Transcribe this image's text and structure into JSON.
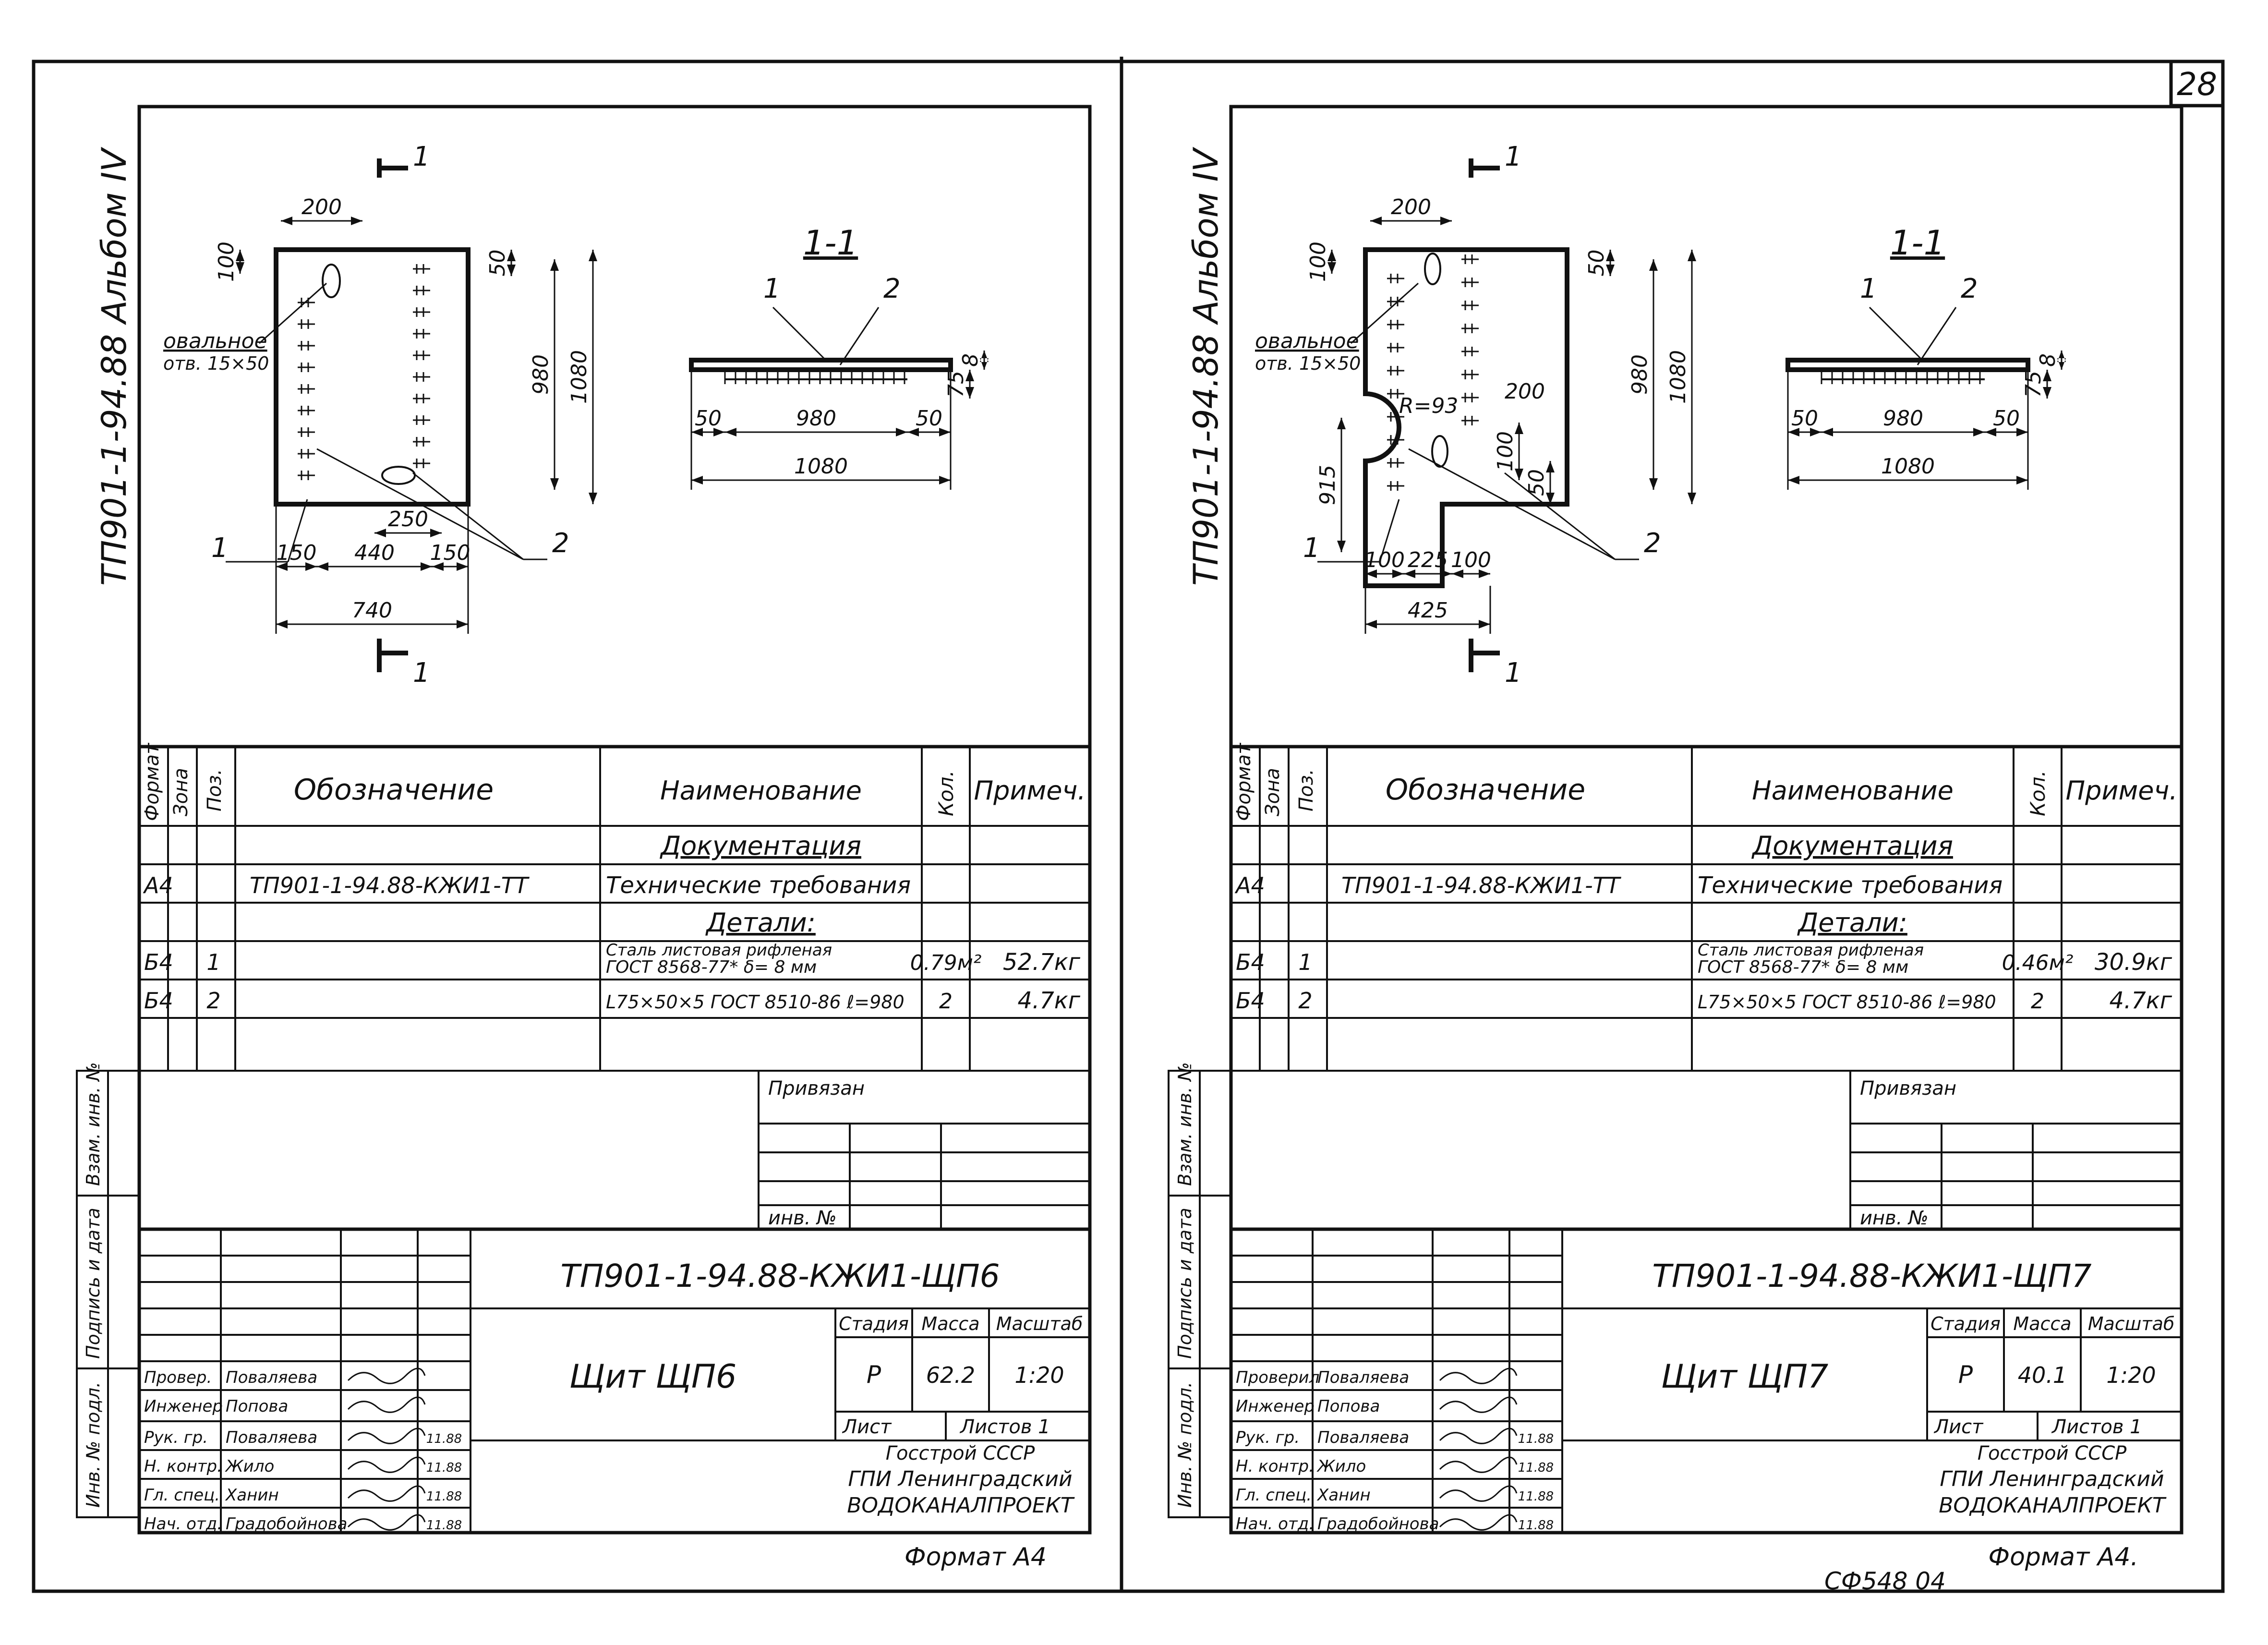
{
  "page_number": "28",
  "bottom_code": "СФ548 04",
  "sheets": [
    {
      "id": "shp6",
      "side_label": "ТП901-1-94.88 Альбом IV",
      "format_label": "Формат А4",
      "drawing": {
        "section_mark": "1",
        "section_title": "1-1",
        "hole_note_1": "овальное",
        "hole_note_2": "отв. 15×50",
        "radius_label": "",
        "callouts": [
          "1",
          "2"
        ],
        "dims": {
          "d200": "200",
          "d100": "100",
          "d50": "50",
          "d980": "980",
          "d1080": "1080",
          "d250": "250",
          "d150a": "150",
          "d440": "440",
          "d150b": "150",
          "dTotal": "740",
          "s50a": "50",
          "s980": "980",
          "s50b": "50",
          "s1080": "1080",
          "s8": "8",
          "s75": "75"
        }
      },
      "spec": {
        "headers": {
          "format": "Формат",
          "zone": "Зона",
          "pos": "Поз.",
          "designation": "Обозначение",
          "name": "Наименование",
          "qty": "Кол.",
          "note": "Примеч."
        },
        "rows": [
          {
            "format": "",
            "pos": "",
            "designation": "",
            "name": "Документация",
            "qty": "",
            "note": "",
            "heading": true
          },
          {
            "format": "А4",
            "pos": "",
            "designation": "ТП901-1-94.88-КЖИ1-ТТ",
            "name": "Технические требования",
            "qty": "",
            "note": ""
          },
          {
            "format": "",
            "pos": "",
            "designation": "",
            "name": "Детали:",
            "qty": "",
            "note": "",
            "heading": true
          },
          {
            "format": "Б4",
            "pos": "1",
            "designation": "",
            "name": "Сталь листовая рифленая",
            "name2": "ГОСТ 8568-77*   δ= 8 мм",
            "qty": "0.79м²",
            "note": "52.7кг"
          },
          {
            "format": "Б4",
            "pos": "2",
            "designation": "",
            "name": "L75×50×5 ГОСТ 8510-86 ℓ=980",
            "qty": "2",
            "note": "4.7кг"
          }
        ]
      },
      "side_stamps": [
        "Взам. инв. №",
        "Подпись и дата",
        "Инв. № подл."
      ],
      "title_block": {
        "attached_label": "Привязан",
        "inv_label": "инв. №",
        "code": "ТП901-1-94.88-КЖИ1-ЩП6",
        "title": "Щит ЩП6",
        "stage_label": "Стадия",
        "mass_label": "Масса",
        "scale_label": "Масштаб",
        "stage": "Р",
        "mass": "62.2",
        "scale": "1:20",
        "sheet_label": "Лист",
        "sheets_label": "Листов 1",
        "org1": "Госстрой СССР",
        "org2": "ГПИ Ленинградский",
        "org3": "ВОДОКАНАЛПРОЕКТ",
        "people": [
          {
            "role": "Провер.",
            "name": "Поваляева",
            "date": ""
          },
          {
            "role": "Инженер",
            "name": "Попова",
            "date": ""
          },
          {
            "role": "Рук. гр.",
            "name": "Поваляева",
            "date": "11.88"
          },
          {
            "role": "Н. контр.",
            "name": "Жило",
            "date": "11.88"
          },
          {
            "role": "Гл. спец.",
            "name": "Ханин",
            "date": "11.88"
          },
          {
            "role": "Нач. отд.",
            "name": "Градобойнова",
            "date": "11.88"
          }
        ]
      }
    },
    {
      "id": "shp7",
      "side_label": "ТП901-1-94.88 Альбом IV",
      "format_label": "Формат А4.",
      "drawing": {
        "section_mark": "1",
        "section_title": "1-1",
        "hole_note_1": "овальное",
        "hole_note_2": "отв. 15×50",
        "radius_label": "R=93",
        "callouts": [
          "1",
          "2"
        ],
        "dims": {
          "d200": "200",
          "d100": "100",
          "d50": "50",
          "d980": "980",
          "d1080": "1080",
          "d915": "915",
          "d200b": "200",
          "d100b": "100",
          "d50b": "50",
          "d100c": "100",
          "d225": "225",
          "d100d": "100",
          "dTotal": "425",
          "s50a": "50",
          "s980": "980",
          "s50b": "50",
          "s1080": "1080",
          "s8": "8",
          "s75": "75"
        }
      },
      "spec": {
        "headers": {
          "format": "Формат",
          "zone": "Зона",
          "pos": "Поз.",
          "designation": "Обозначение",
          "name": "Наименование",
          "qty": "Кол.",
          "note": "Примеч."
        },
        "rows": [
          {
            "format": "",
            "pos": "",
            "designation": "",
            "name": "Документация",
            "qty": "",
            "note": "",
            "heading": true
          },
          {
            "format": "А4",
            "pos": "",
            "designation": "ТП901-1-94.88-КЖИ1-ТТ",
            "name": "Технические требования",
            "qty": "",
            "note": ""
          },
          {
            "format": "",
            "pos": "",
            "designation": "",
            "name": "Детали:",
            "qty": "",
            "note": "",
            "heading": true
          },
          {
            "format": "Б4",
            "pos": "1",
            "designation": "",
            "name": "Сталь листовая рифленая",
            "name2": "ГОСТ 8568-77*   δ= 8 мм",
            "qty": "0.46м²",
            "note": "30.9кг"
          },
          {
            "format": "Б4",
            "pos": "2",
            "designation": "",
            "name": "L75×50×5 ГОСТ 8510-86 ℓ=980",
            "qty": "2",
            "note": "4.7кг"
          }
        ]
      },
      "side_stamps": [
        "Взам. инв. №",
        "Подпись и дата",
        "Инв. № подл."
      ],
      "title_block": {
        "attached_label": "Привязан",
        "inv_label": "инв. №",
        "code": "ТП901-1-94.88-КЖИ1-ЩП7",
        "title": "Щит ЩП7",
        "stage_label": "Стадия",
        "mass_label": "Масса",
        "scale_label": "Масштаб",
        "stage": "Р",
        "mass": "40.1",
        "scale": "1:20",
        "sheet_label": "Лист",
        "sheets_label": "Листов 1",
        "org1": "Госстрой СССР",
        "org2": "ГПИ Ленинградский",
        "org3": "ВОДОКАНАЛПРОЕКТ",
        "people": [
          {
            "role": "Проверил",
            "name": "Поваляева",
            "date": ""
          },
          {
            "role": "Инженер",
            "name": "Попова",
            "date": ""
          },
          {
            "role": "Рук. гр.",
            "name": "Поваляева",
            "date": "11.88"
          },
          {
            "role": "Н. контр.",
            "name": "Жило",
            "date": "11.88"
          },
          {
            "role": "Гл. спец.",
            "name": "Ханин",
            "date": "11.88"
          },
          {
            "role": "Нач. отд.",
            "name": "Градобойнова",
            "date": "11.88"
          }
        ]
      }
    }
  ]
}
